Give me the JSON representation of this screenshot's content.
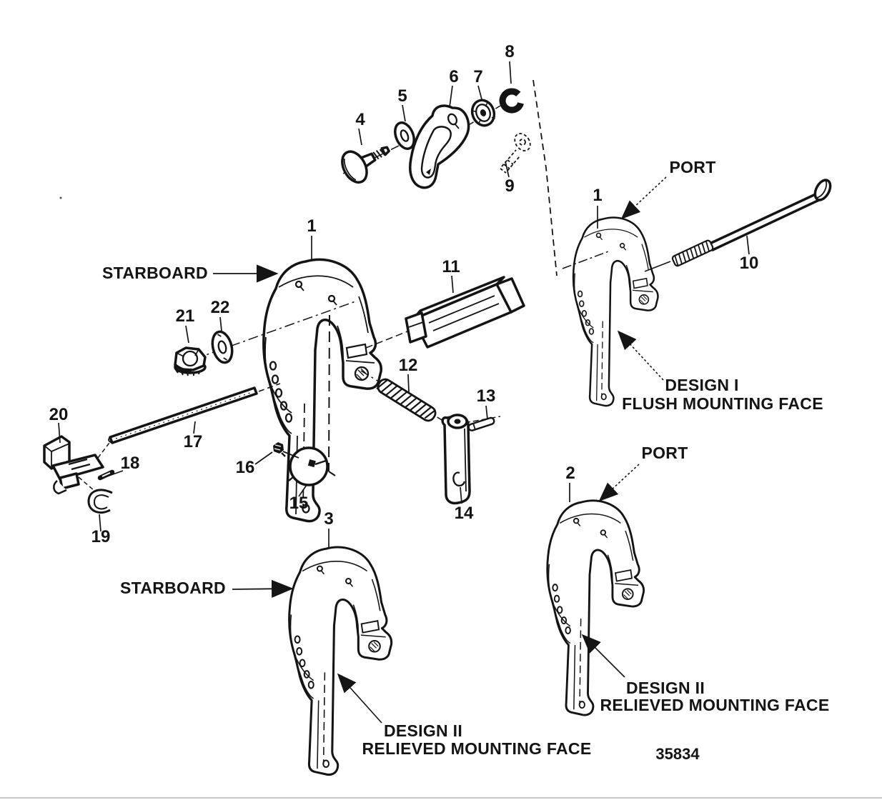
{
  "figure": {
    "part_number": "35834",
    "background": "#ffffff",
    "line_color": "#141414",
    "border_color": "#c9c9c9"
  },
  "labels": {
    "starboard_top": "STARBOARD",
    "starboard_bottom": "STARBOARD",
    "port_top": "PORT",
    "port_bottom": "PORT",
    "design1_title": "DESIGN I",
    "design1_subtitle": "FLUSH MOUNTING FACE",
    "design2_bottom_title": "DESIGN II",
    "design2_bottom_subtitle": "RELIEVED MOUNTING FACE",
    "design2_right_title": "DESIGN II",
    "design2_right_subtitle": "RELIEVED MOUNTING FACE"
  },
  "callouts": {
    "c1_starboard": "1",
    "c1_port": "1",
    "c2": "2",
    "c3": "3",
    "c4": "4",
    "c5": "5",
    "c6": "6",
    "c7": "7",
    "c8": "8",
    "c9": "9",
    "c10": "10",
    "c11": "11",
    "c12": "12",
    "c13": "13",
    "c14": "14",
    "c15": "15",
    "c16": "16",
    "c17": "17",
    "c18": "18",
    "c19": "19",
    "c20": "20",
    "c21": "21",
    "c22": "22"
  }
}
